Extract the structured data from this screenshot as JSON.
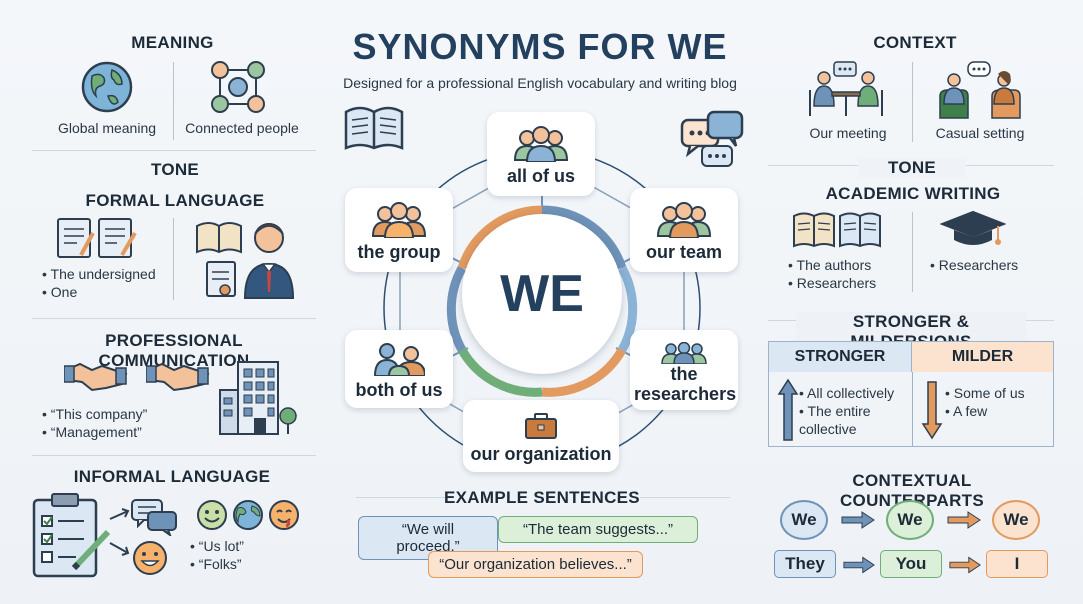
{
  "title": "SYNONYMS FOR WE",
  "subtitle": "Designed for a professional English vocabulary and writing blog",
  "center": {
    "word": "WE",
    "synonyms": [
      "all of us",
      "our team",
      "the researchers",
      "our organization",
      "both of us",
      "the group"
    ]
  },
  "left": {
    "meaning": {
      "heading": "MEANING",
      "items": [
        "Global meaning",
        "Connected people"
      ]
    },
    "tone_heading": "TONE",
    "formal": {
      "heading": "FORMAL LANGUAGE",
      "bullets": [
        "The undersigned",
        "One"
      ]
    },
    "professional": {
      "heading": "PROFESSIONAL COMMUNICATION",
      "bullets": [
        "“This company”",
        "“Management”"
      ]
    },
    "informal": {
      "heading": "INFORMAL LANGUAGE",
      "bullets": [
        "“Us lot”",
        "“Folks”"
      ]
    }
  },
  "right": {
    "context": {
      "heading": "CONTEXT",
      "items": [
        "Our meeting",
        "Casual setting"
      ]
    },
    "tone_heading": "TONE",
    "academic": {
      "heading": "ACADEMIC WRITING",
      "bullets_left": [
        "The authors",
        "Researchers"
      ],
      "bullets_right": [
        "Researchers"
      ]
    },
    "strength": {
      "heading": "STRONGER & MILDERSIONS",
      "stronger_label": "STRONGER",
      "milder_label": "MILDER",
      "stronger": [
        "All collectively",
        "The entire collective"
      ],
      "milder": [
        "Some of us",
        "A few"
      ]
    },
    "counterparts": {
      "heading": "CONTEXTUAL COUNTERPARTS",
      "top": [
        "We",
        "We",
        "We"
      ],
      "bottom": [
        "They",
        "You",
        "I"
      ]
    }
  },
  "examples": {
    "heading": "EXAMPLE SENTENCES",
    "sentences": [
      "“We will proceed.”",
      "“The team suggests...”",
      "“Our organization believes...”"
    ]
  },
  "colors": {
    "navy": "#24405f",
    "blue_fill": "#dbe7f3",
    "green_fill": "#dcefd9",
    "orange_fill": "#fbe3cf",
    "blue_stroke": "#6f93b8",
    "green_stroke": "#6fae78",
    "orange_stroke": "#e39a5f"
  }
}
